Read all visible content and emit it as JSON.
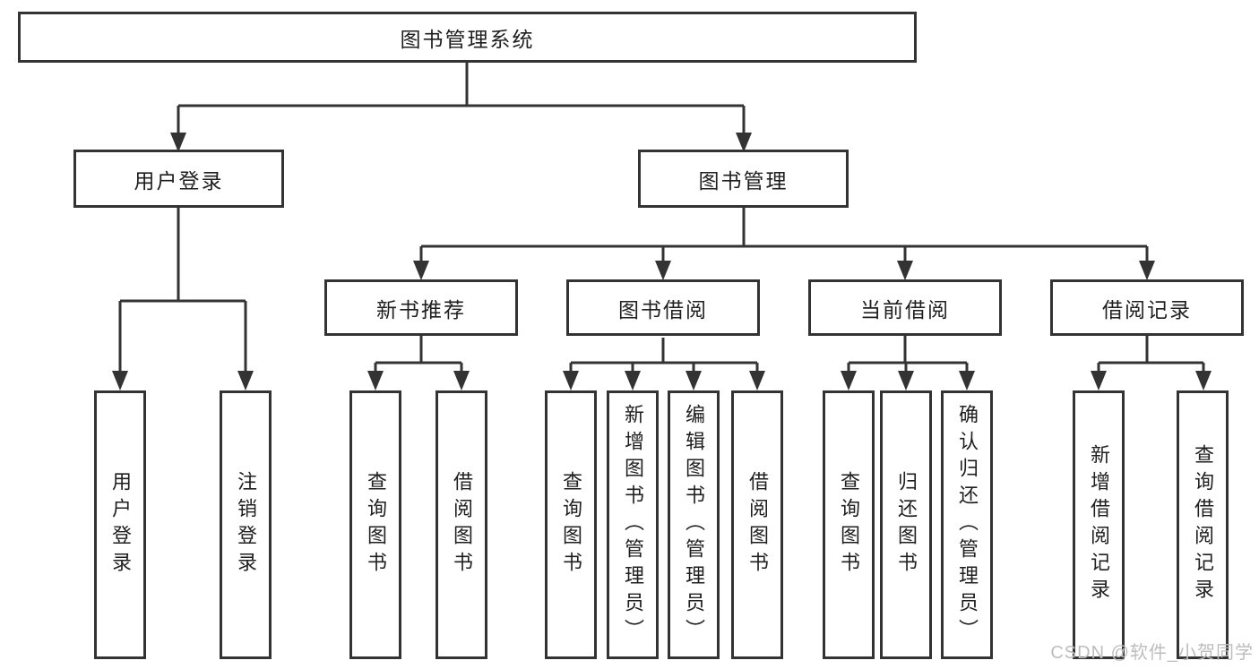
{
  "diagram": {
    "root": {
      "label": "图书管理系统"
    },
    "level2": [
      {
        "id": "user-login",
        "label": "用户登录"
      },
      {
        "id": "book-management",
        "label": "图书管理"
      }
    ],
    "level3": [
      {
        "id": "new-book-recommend",
        "label": "新书推荐",
        "parent": "图书管理"
      },
      {
        "id": "book-borrowing",
        "label": "图书借阅",
        "parent": "图书管理"
      },
      {
        "id": "current-borrowing",
        "label": "当前借阅",
        "parent": "图书管理"
      },
      {
        "id": "borrowing-records",
        "label": "借阅记录",
        "parent": "图书管理"
      }
    ],
    "leaves": {
      "user_login": [
        {
          "label": "用户登录"
        },
        {
          "label": "注销登录"
        }
      ],
      "new_book_recommend": [
        {
          "label": "查询图书"
        },
        {
          "label": "借阅图书"
        }
      ],
      "book_borrowing": [
        {
          "label": "查询图书"
        },
        {
          "label": "新增图书（管理员）"
        },
        {
          "label": "编辑图书（管理员）"
        },
        {
          "label": "借阅图书"
        }
      ],
      "current_borrowing": [
        {
          "label": "查询图书"
        },
        {
          "label": "归还图书"
        },
        {
          "label": "确认归还（管理员）"
        }
      ],
      "borrowing_records": [
        {
          "label": "新增借阅记录"
        },
        {
          "label": "查询借阅记录"
        }
      ]
    },
    "watermark": "CSDN @软件_小贺同学",
    "colors": {
      "line": "#333333",
      "box_border": "#333333",
      "text": "#1f1f1f",
      "watermark": "#bdbdbd",
      "background": "#ffffff"
    }
  }
}
